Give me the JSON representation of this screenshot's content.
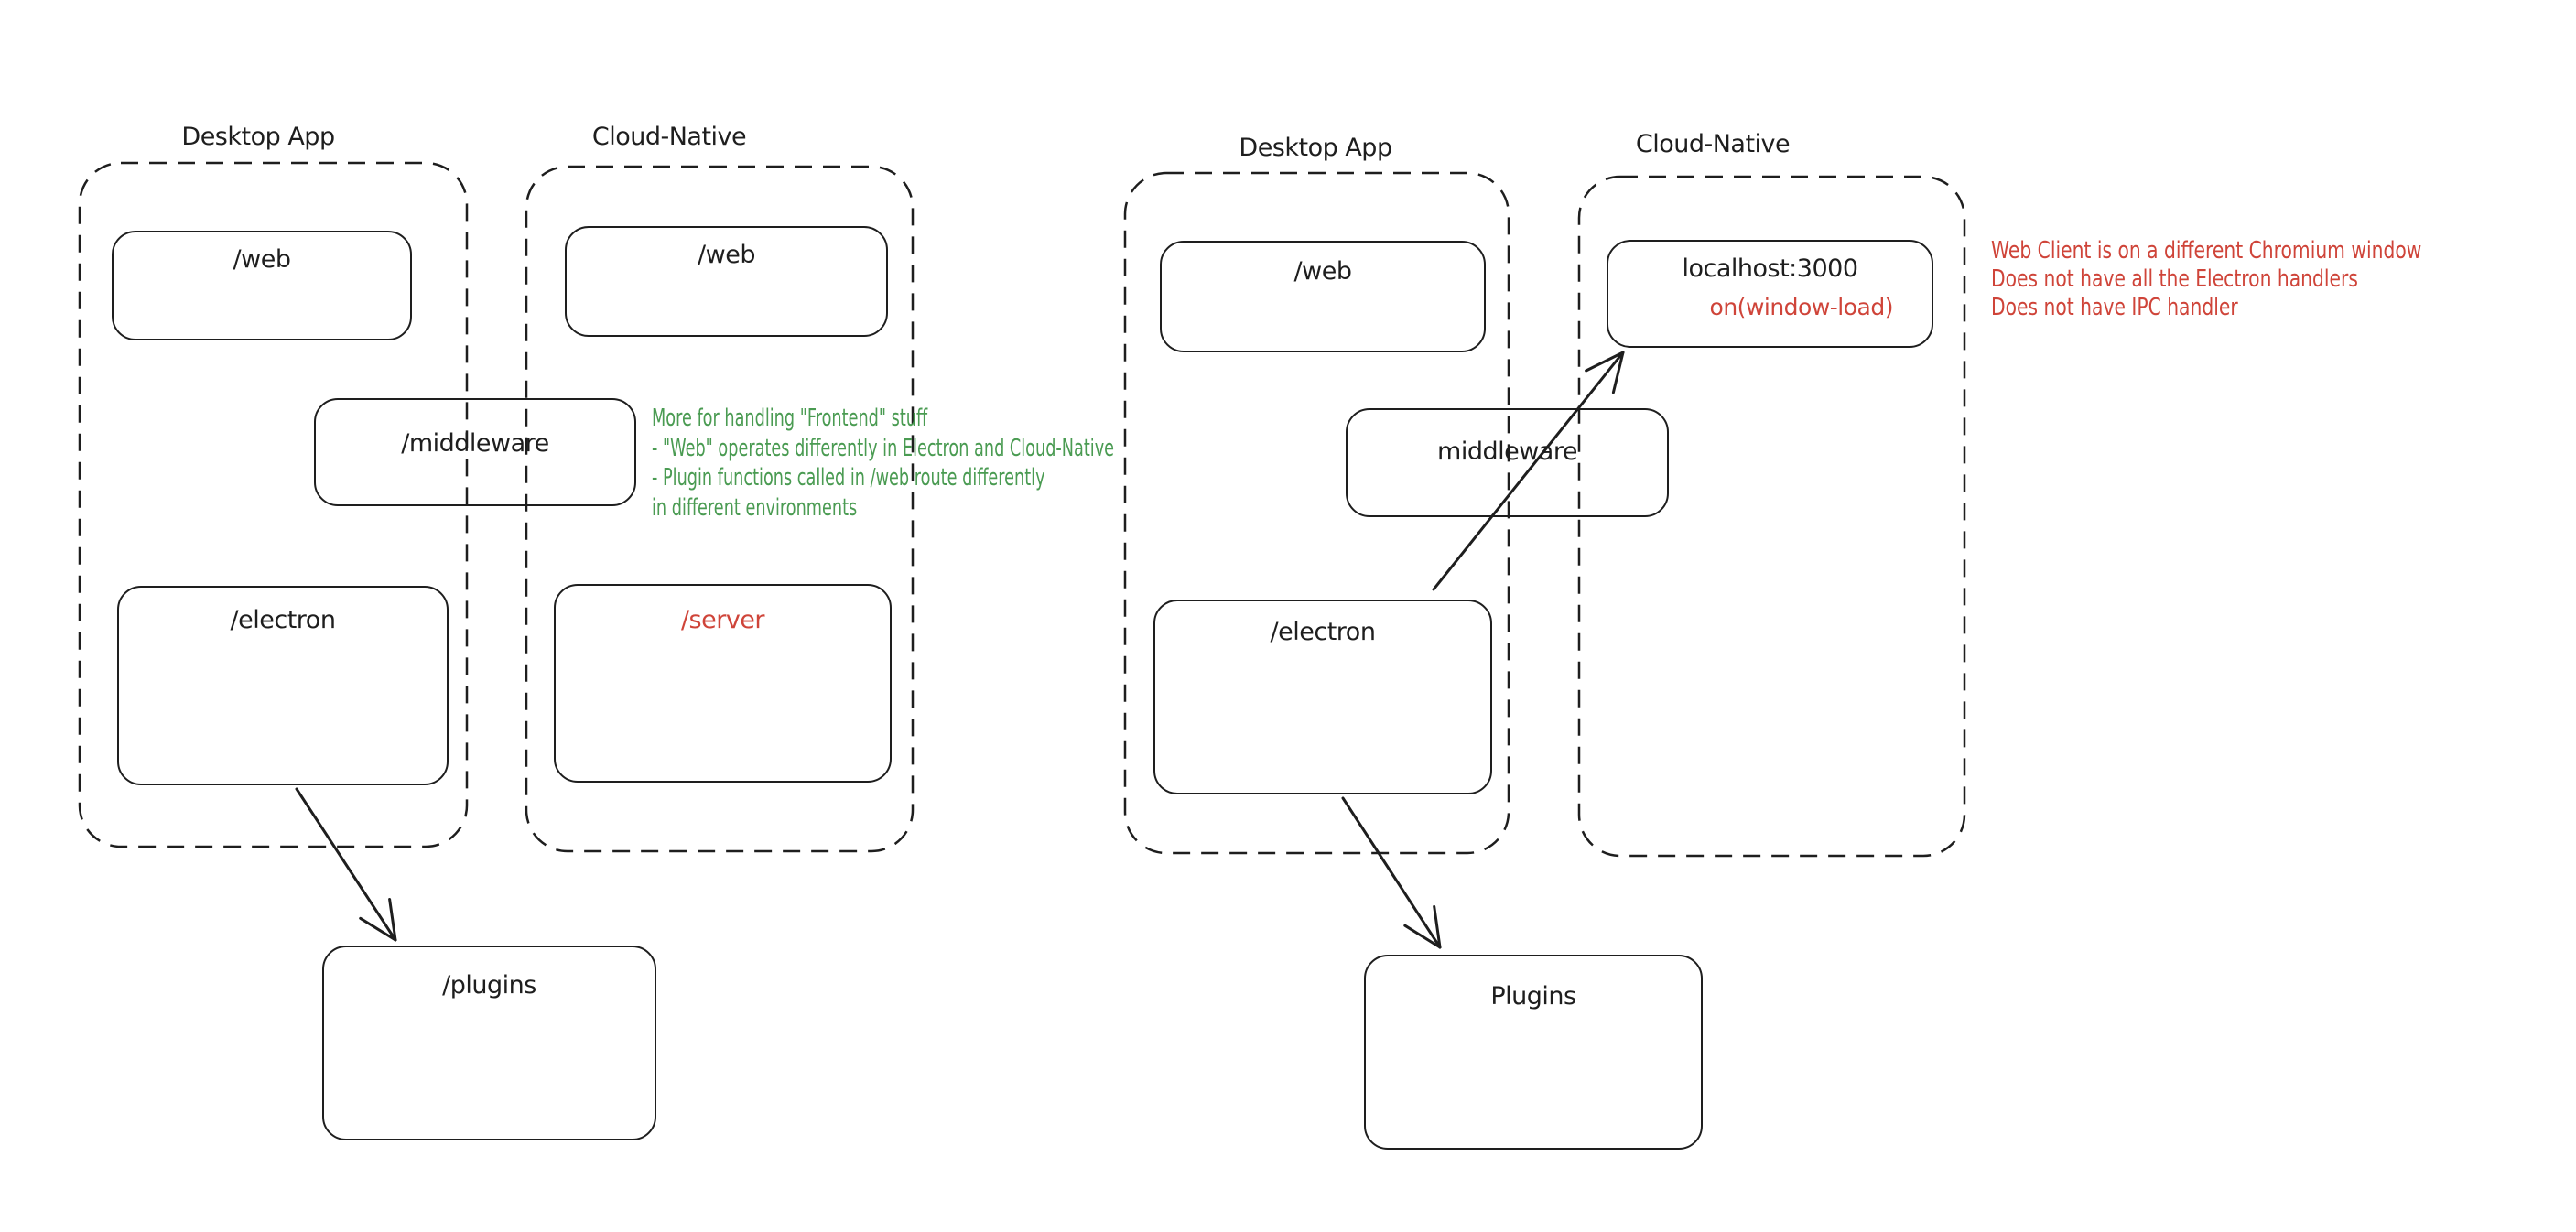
{
  "colors": {
    "background": "#ffffff",
    "stroke": "#1e1e1e",
    "annotation_green": "#4a9b52",
    "annotation_red": "#cf4439"
  },
  "left": {
    "desktop_container_label": "Desktop App",
    "cloud_container_label": "Cloud-Native",
    "web_desktop": "/web",
    "web_cloud": "/web",
    "middleware": "/middleware",
    "electron": "/electron",
    "server": "/server",
    "plugins": "/plugins",
    "annotation_lines": [
      "More for handling \"Frontend\" stuff",
      "- \"Web\" operates differently in Electron and Cloud-Native",
      "- Plugin functions called in /web route differently",
      "in different environments"
    ]
  },
  "right": {
    "desktop_container_label": "Desktop App",
    "cloud_container_label": "Cloud-Native",
    "web_desktop": "/web",
    "localhost_title": "localhost:3000",
    "localhost_event": "on(window-load)",
    "middleware": "middleware",
    "electron": "/electron",
    "plugins": "Plugins",
    "annotation_lines": [
      "Web Client is on a different Chromium window",
      "Does not have all the Electron handlers",
      "Does not have IPC handler"
    ]
  }
}
